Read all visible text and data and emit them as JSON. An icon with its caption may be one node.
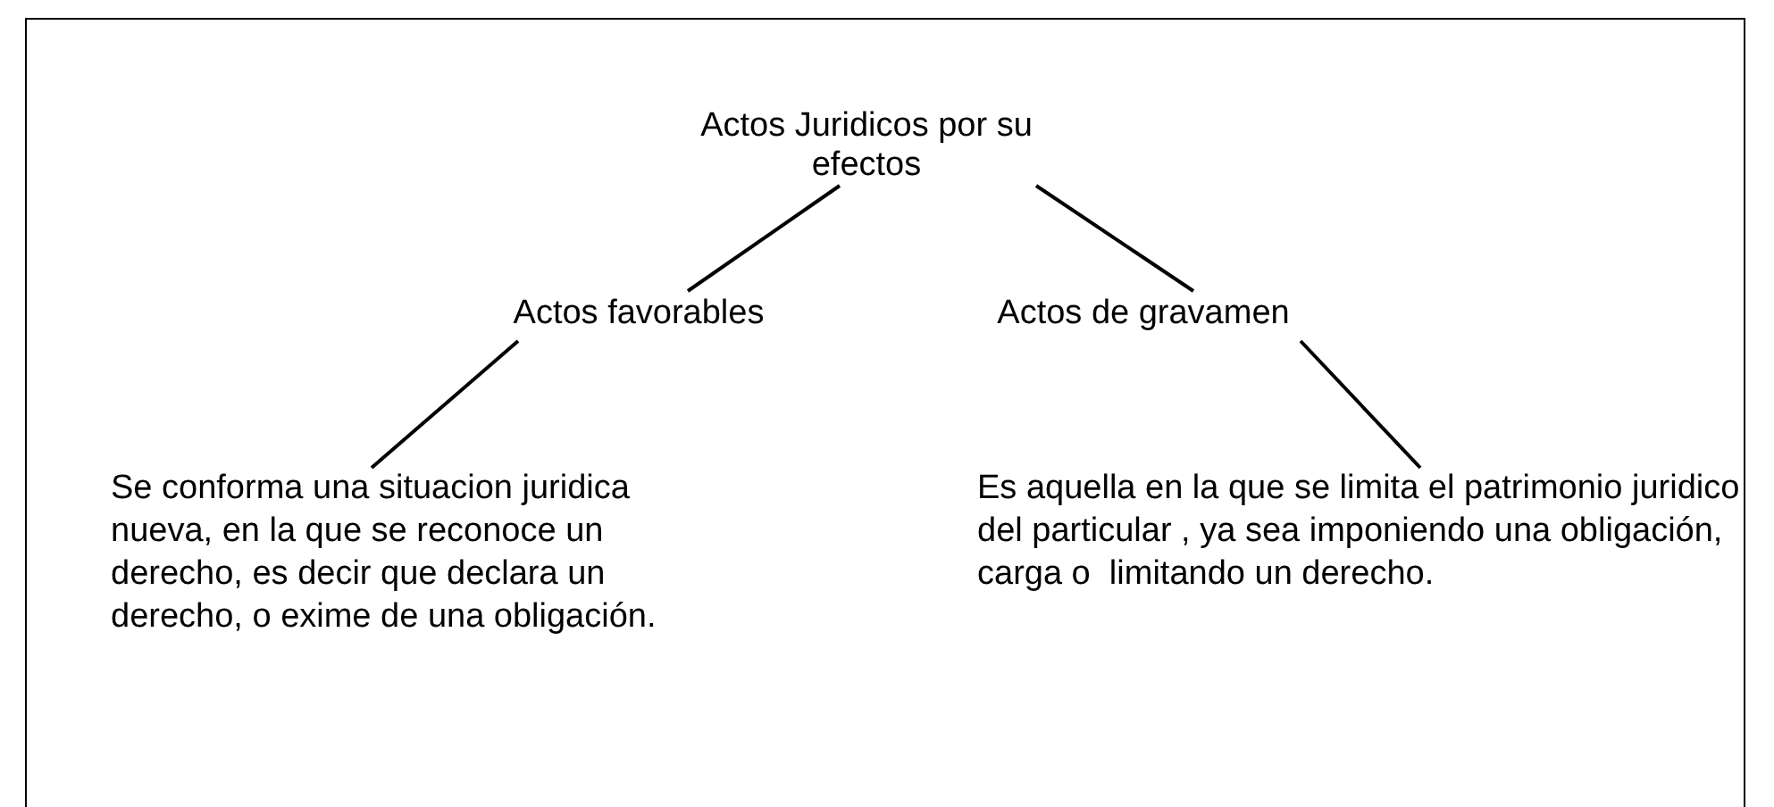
{
  "diagram": {
    "nodes": [
      {
        "text": [
          "Actos Juridicos por su efectos"
        ]
      },
      {
        "text": [
          "Actos favorables"
        ]
      },
      {
        "text": [
          "Actos de gravamen"
        ]
      },
      {
        "text": [
          "Se conforma una situacion juridica nueva, en la que se reconoce un derecho, es decir que declara un derecho, o exime de una obligación."
        ]
      },
      {
        "text": [
          "Es aquella en la que se limita el patrimonio juridico del particular , ya sea imponiendo una obligación, carga o  limitando un derecho."
        ]
      }
    ],
    "edges": [
      {
        "from": 0,
        "to": 1,
        "arrow": "none"
      },
      {
        "from": 0,
        "to": 2,
        "arrow": "none"
      },
      {
        "from": 1,
        "to": 3,
        "arrow": "none"
      },
      {
        "from": 2,
        "to": 4,
        "arrow": "none"
      }
    ]
  }
}
